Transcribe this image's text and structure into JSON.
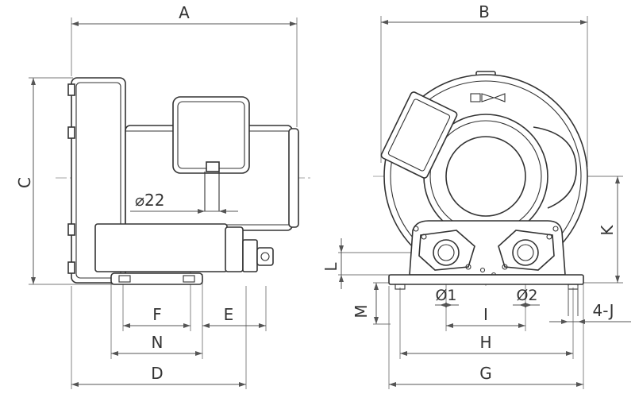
{
  "labels": {
    "A": "A",
    "B": "B",
    "C": "C",
    "D": "D",
    "E": "E",
    "F": "F",
    "G": "G",
    "H": "H",
    "I": "I",
    "K": "K",
    "L": "L",
    "M": "M",
    "N": "N",
    "J": "4-J",
    "phi22": "⌀22",
    "phi1": "Ø1",
    "phi2": "Ø2"
  }
}
